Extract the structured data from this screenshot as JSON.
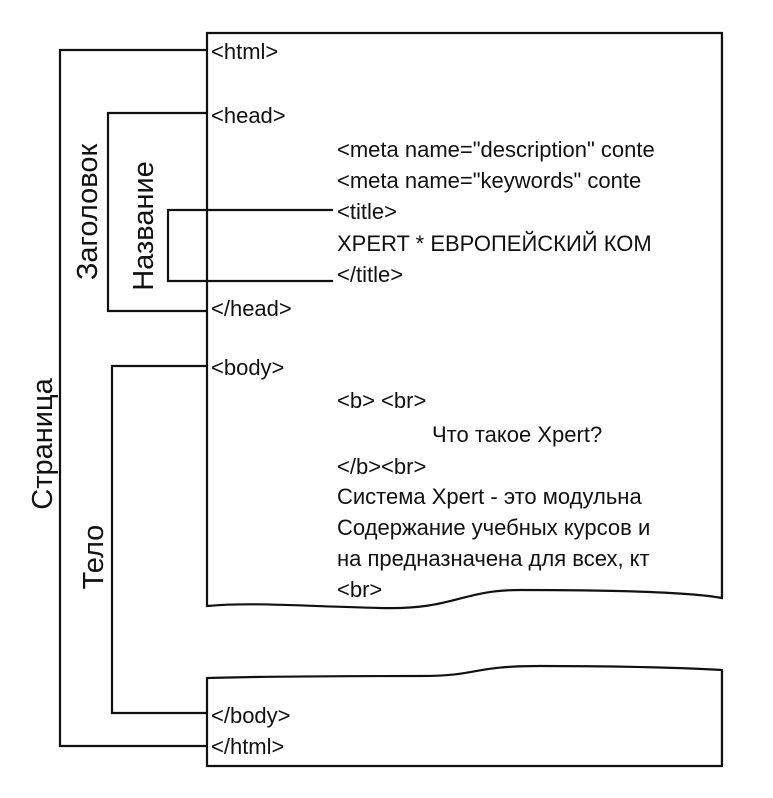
{
  "code_lines": {
    "html_open": "<html>",
    "head_open": "<head>",
    "meta_description": "<meta name=\"description\" conte",
    "meta_keywords": "<meta name=\"keywords\" conte",
    "title_open": "<title>",
    "title_text": "XPERT * ЕВРОПЕЙСКИЙ КОМ",
    "title_close": "</title>",
    "head_close": "</head>",
    "body_open": "<body>",
    "b_br": "<b> <br>",
    "question": "Что такое Xpert?",
    "b_close_br": "</b><br>",
    "para_1": "Система Xpert - это модульна",
    "para_2": "Содержание учебных курсов и",
    "para_3": "на предназначена для всех, кт",
    "br": "<br>",
    "body_close": "</body>",
    "html_close": "</html>"
  },
  "labels": {
    "page": "Страница",
    "head": "Заголовок",
    "title": "Название",
    "body": "Тело"
  }
}
